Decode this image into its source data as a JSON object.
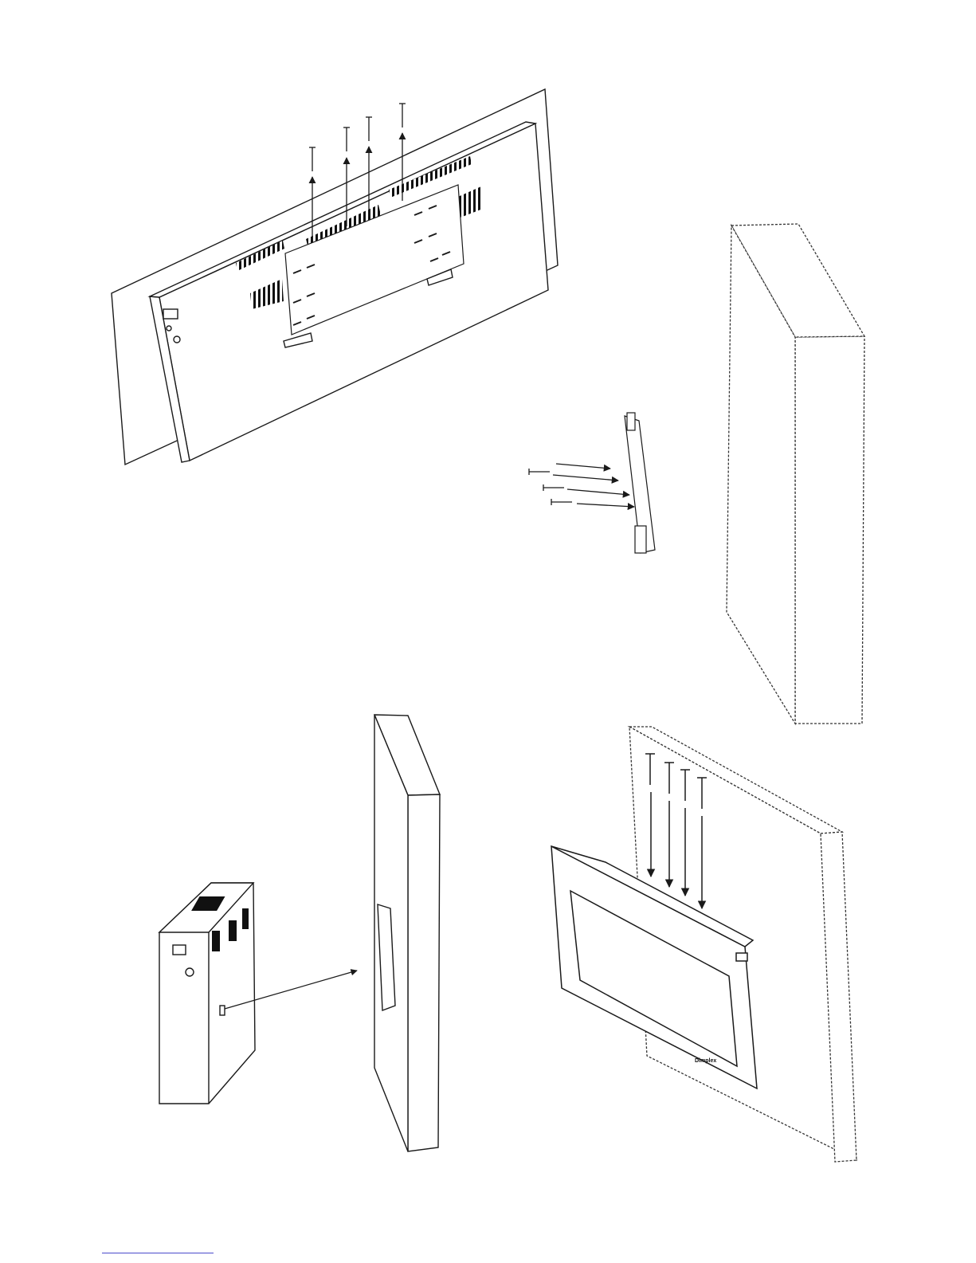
{
  "figure": {
    "steps": [
      {
        "id": "step-1",
        "subject": "fireplace-back-with-bracket",
        "screws": 4
      },
      {
        "id": "step-2",
        "subject": "bracket-screwed-to-wall",
        "screws": 4
      },
      {
        "id": "step-3",
        "subject": "fireplace-hung-on-bracket"
      },
      {
        "id": "step-4",
        "subject": "fireplace-secured-to-wall",
        "screws": 4
      }
    ],
    "brand_mark": "Dimplex",
    "colors": {
      "line": "#1a1a1a",
      "dashed_wall": "#333333",
      "footer_line": "#4a4acc"
    }
  }
}
